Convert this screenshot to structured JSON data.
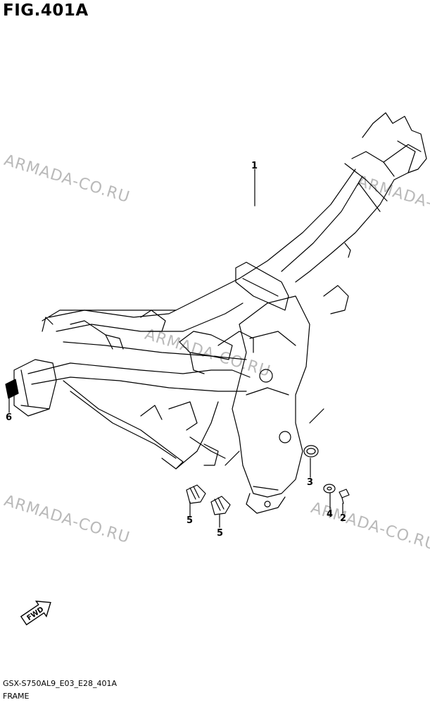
{
  "figure": {
    "title": "FIG.401A",
    "code": "GSX-S750AL9_E03_E28_401A",
    "name": "FRAME"
  },
  "watermark": "ARMADA-CO.RU",
  "callouts": [
    "1",
    "2",
    "3",
    "4",
    "5",
    "5",
    "6"
  ],
  "fwd_label": "FWD"
}
